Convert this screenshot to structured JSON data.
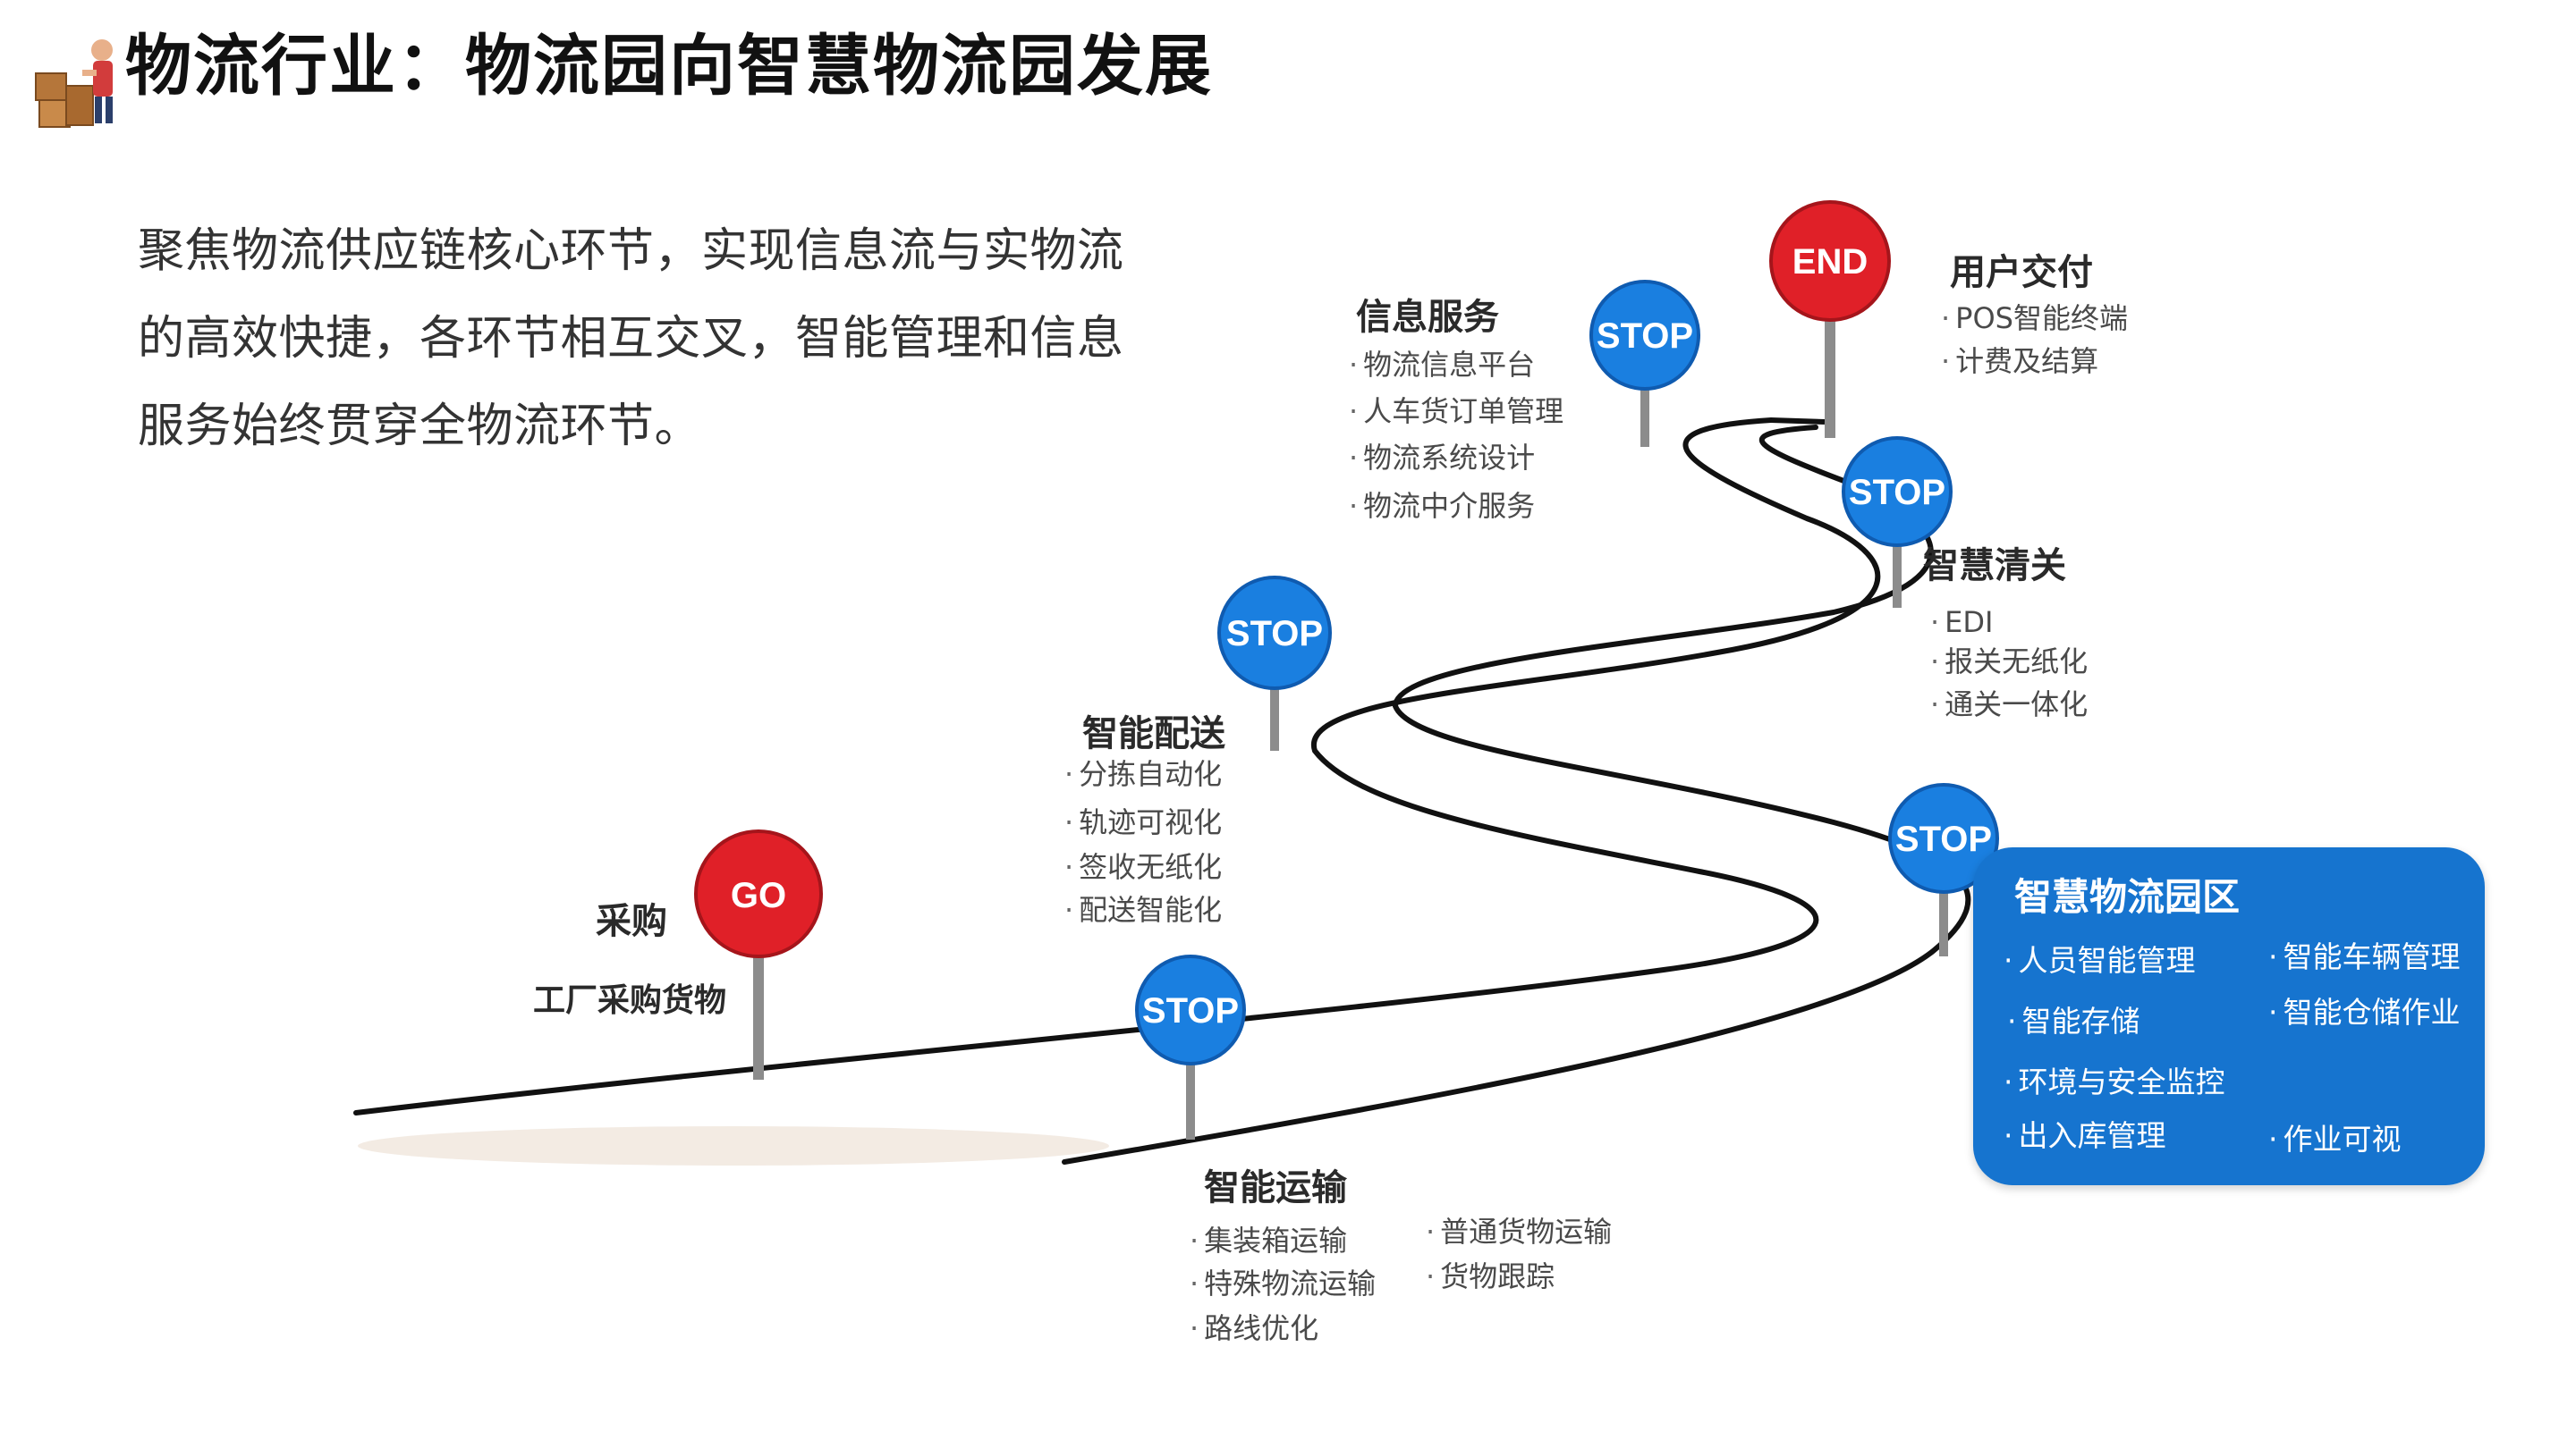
{
  "header": {
    "title": "物流行业：物流园向智慧物流园发展",
    "intro": "聚焦物流供应链核心环节，实现信息流与实物流的高效快捷，各环节相互交叉，智能管理和信息服务始终贯穿全物流环节。"
  },
  "signs": {
    "go": "GO",
    "stop": "STOP",
    "end": "END"
  },
  "stages": {
    "procurement": {
      "title": "采购",
      "subtitle": "工厂采购货物"
    },
    "transport": {
      "title": "智能运输",
      "items": [
        "集装箱运输",
        "特殊物流运输",
        "路线优化",
        "普通货物运输",
        "货物跟踪"
      ]
    },
    "distribution": {
      "title": "智能配送",
      "items": [
        "分拣自动化",
        "轨迹可视化",
        "签收无纸化",
        "配送智能化"
      ]
    },
    "info_service": {
      "title": "信息服务",
      "items": [
        "物流信息平台",
        "人车货订单管理",
        "物流系统设计",
        "物流中介服务"
      ]
    },
    "customs": {
      "title": "智慧清关",
      "items": [
        "EDI",
        "报关无纸化",
        "通关一体化"
      ]
    },
    "delivery": {
      "title": "用户交付",
      "items": [
        "POS智能终端",
        "计费及结算"
      ]
    },
    "park": {
      "title": "智慧物流园区",
      "items": [
        "人员智能管理",
        "智能车辆管理",
        "智能存储",
        "智能仓储作业",
        "环境与安全监控",
        "出入库管理",
        "作业可视"
      ]
    }
  },
  "colors": {
    "go_sign": "#e02028",
    "end_sign": "#e02028",
    "stop_sign": "#1a7fe0",
    "park_box": "#1674cf",
    "road": "#111111"
  },
  "icons": {
    "logo": "logistics-worker-boxes-icon"
  }
}
